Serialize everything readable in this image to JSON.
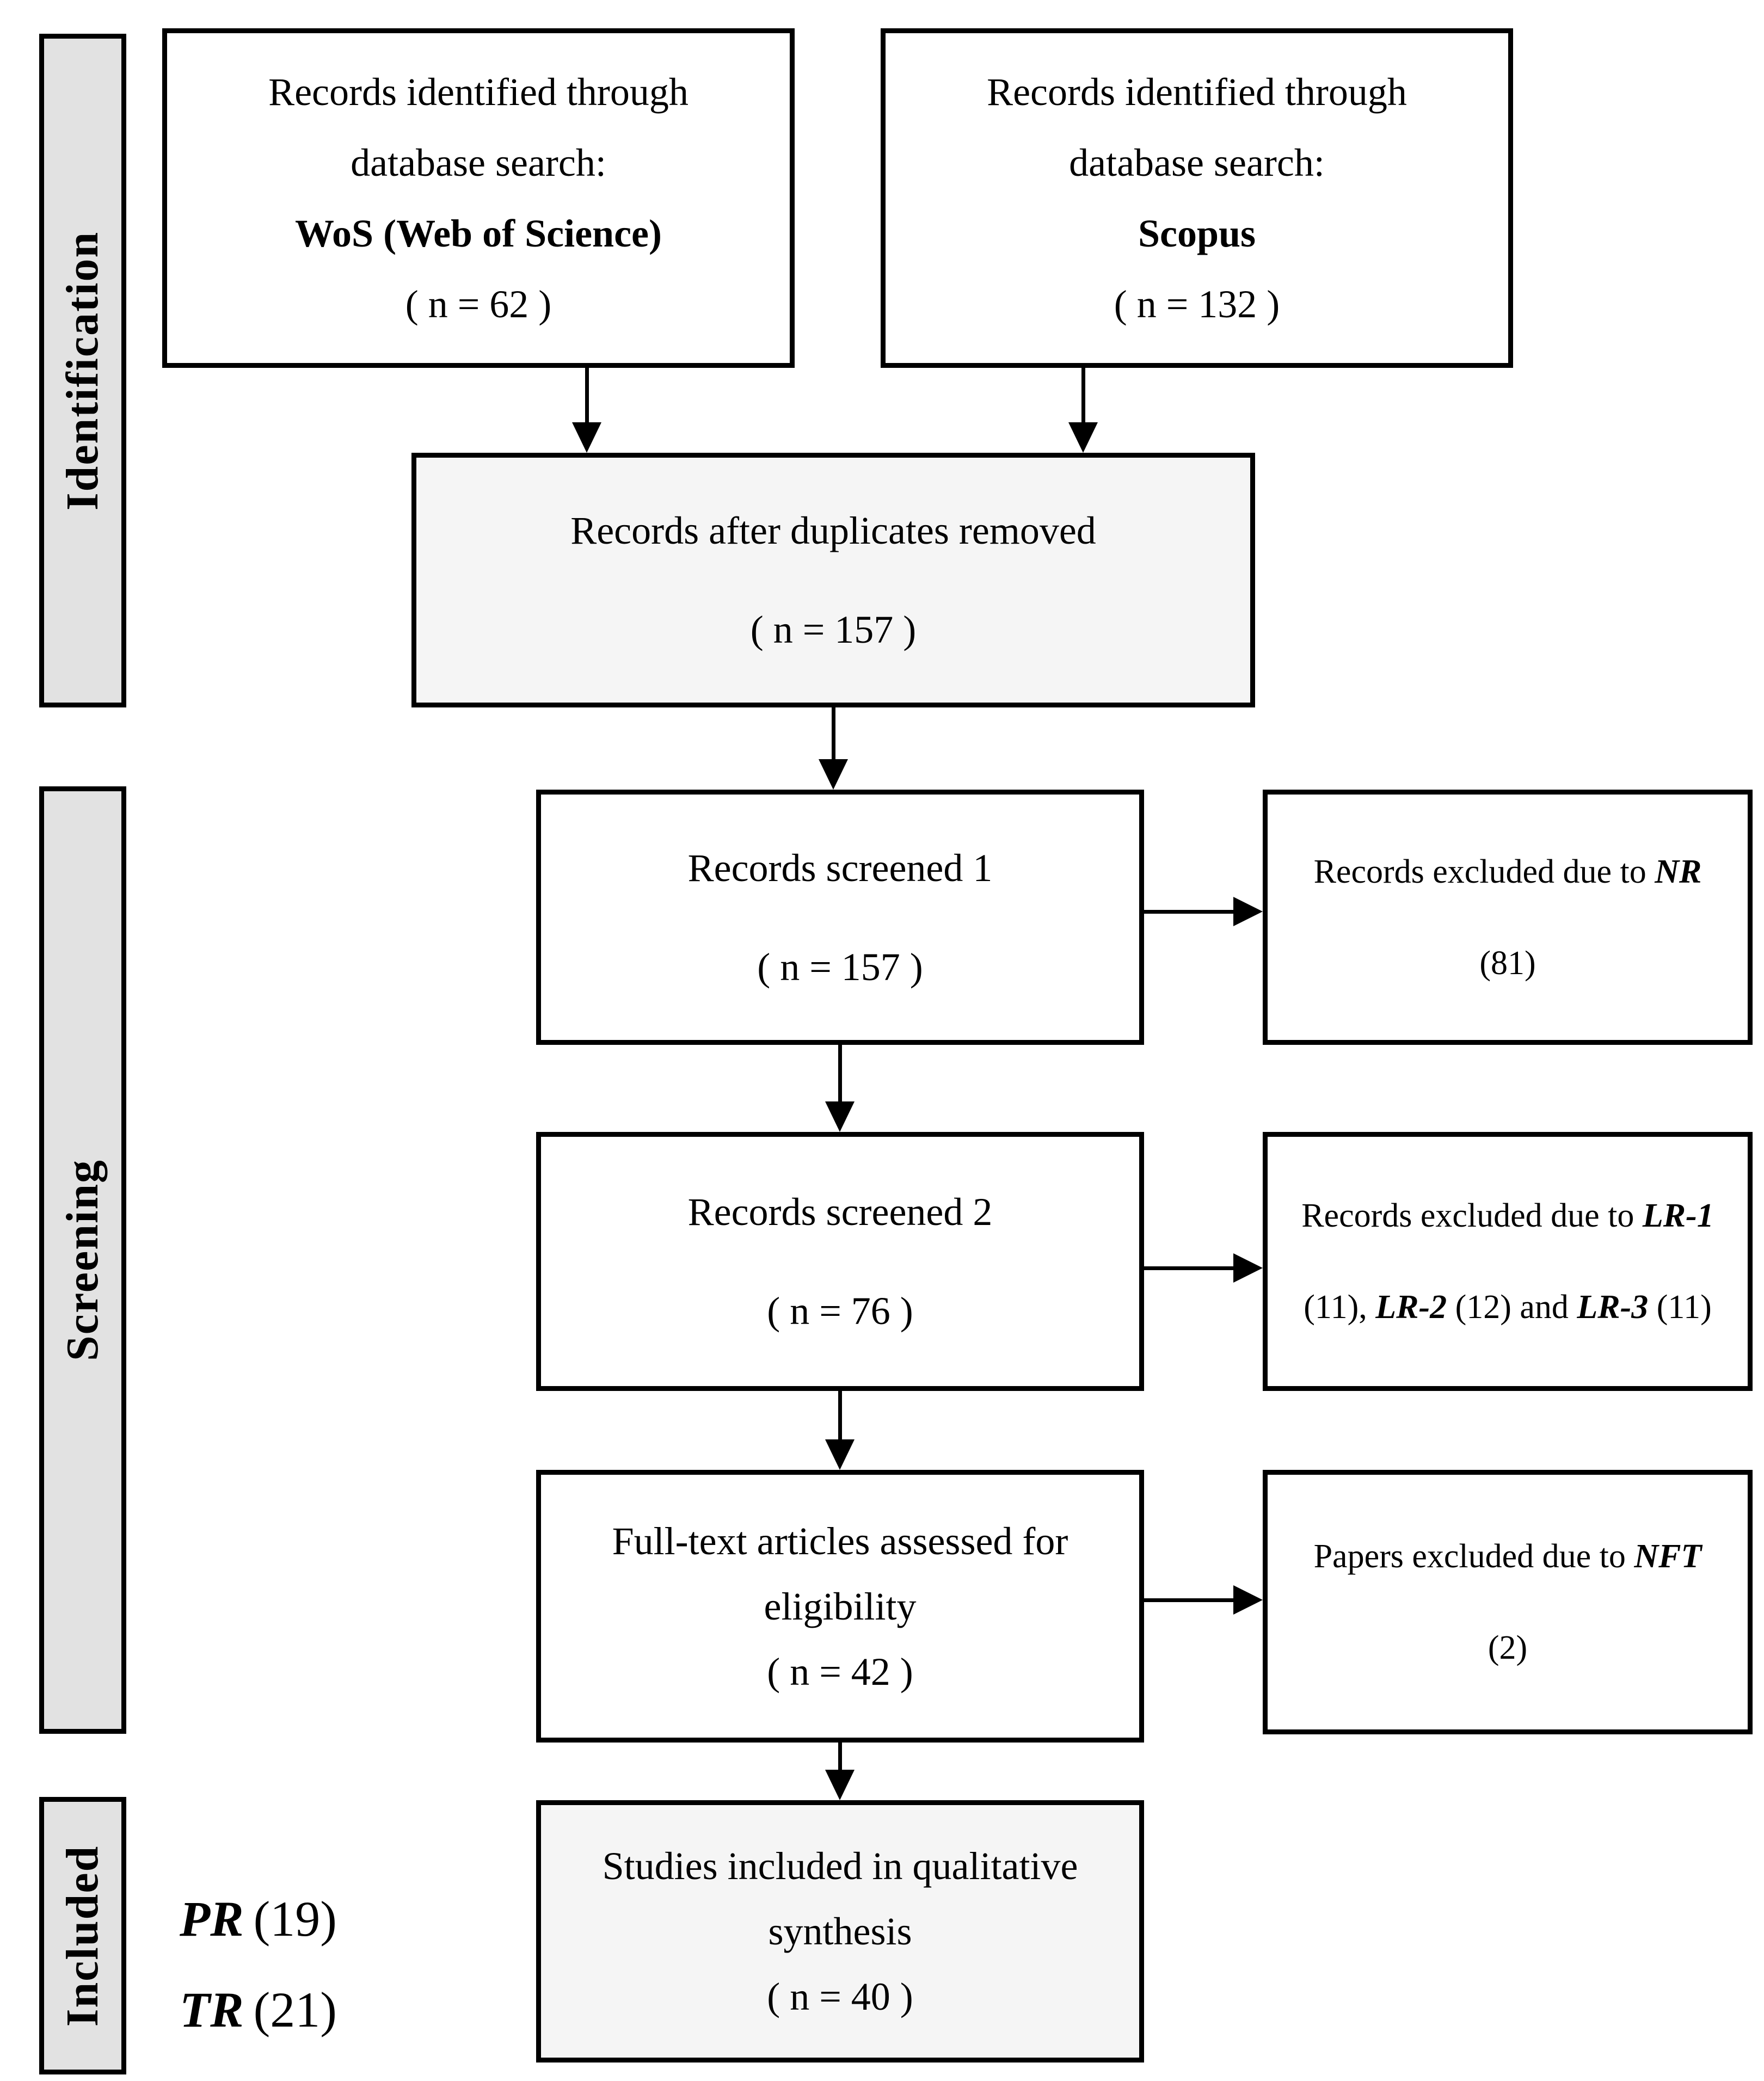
{
  "sidebar": {
    "identification": "Identification",
    "screening": "Screening",
    "included": "Included"
  },
  "top_boxes": {
    "wos": {
      "line1": "Records identified through",
      "line2": "database search:",
      "source": "WoS (Web of Science)",
      "count": "( n = 62 )"
    },
    "scopus": {
      "line1": "Records identified through",
      "line2": "database search:",
      "source": "Scopus",
      "count": "( n = 132 )"
    }
  },
  "flow_boxes": {
    "duplicates": {
      "line1": "Records after duplicates removed",
      "count": "( n = 157 )"
    },
    "screened1": {
      "line1": "Records screened 1",
      "count": "( n = 157 )"
    },
    "screened2": {
      "line1": "Records screened 2",
      "count": "( n = 76 )"
    },
    "fulltext": {
      "line1": "Full-text articles assessed for",
      "line2": "eligibility",
      "count": "( n = 42 )"
    },
    "included_studies": {
      "line1": "Studies included in qualitative",
      "line2": "synthesis",
      "count": "( n = 40 )"
    }
  },
  "exclusion_boxes": {
    "nr": {
      "prefix": "Records excluded due to ",
      "code": "NR",
      "count": "(81)"
    },
    "lr": {
      "prefix": "Records excluded due to ",
      "code1": "LR-1",
      "seg1": "(11), ",
      "code2": "LR-2",
      "seg2": " (12) and ",
      "code3": "LR-3",
      "seg3": " (11)"
    },
    "nft": {
      "prefix": "Papers excluded due to ",
      "code": "NFT",
      "count": "(2)"
    }
  },
  "annotations": {
    "pr": {
      "code": "PR",
      "count": "(19)"
    },
    "tr": {
      "code": "TR",
      "count": "(21)"
    }
  },
  "colors": {
    "stage_bar_fill": "#e2e2e2",
    "highlight_box_fill": "#f5f5f5",
    "line_color": "#000000",
    "background": "#ffffff"
  }
}
